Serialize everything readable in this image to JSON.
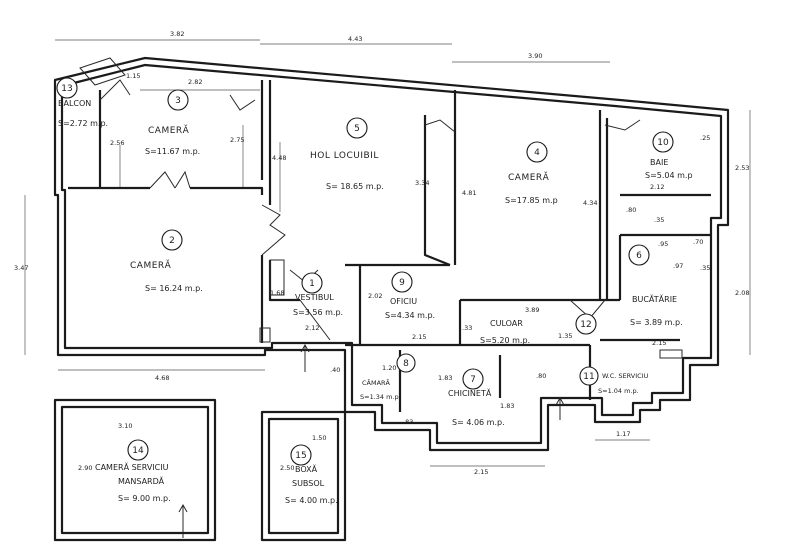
{
  "rooms": [
    {
      "num": "13",
      "name": "BALCON",
      "area": "S=2.72 m.p."
    },
    {
      "num": "3",
      "name": "CAMERĂ",
      "area": "S=11.67 m.p."
    },
    {
      "num": "5",
      "name": "HOL LOCUIBIL",
      "area": "S= 18.65 m.p."
    },
    {
      "num": "4",
      "name": "CAMERĂ",
      "area": "S=17.85 m.p"
    },
    {
      "num": "10",
      "name": "BAIE",
      "area": "S=5.04 m.p"
    },
    {
      "num": "2",
      "name": "CAMERĂ",
      "area": "S= 16.24 m.p."
    },
    {
      "num": "1",
      "name": "VESTIBUL",
      "area": "S=3.56 m.p."
    },
    {
      "num": "9",
      "name": "OFICIU",
      "area": "S=4.34 m.p."
    },
    {
      "num": "6",
      "name": "BUCĂTĂRIE",
      "area": "S= 3.89 m.p."
    },
    {
      "num": "12",
      "name": "CULOAR",
      "area": "S=5.20 m.p."
    },
    {
      "num": "8",
      "name": "CĂMARĂ",
      "area": "S=1.34 m.p."
    },
    {
      "num": "7",
      "name": "CHICINETĂ",
      "area": "S= 4.06 m.p."
    },
    {
      "num": "11",
      "name": "W.C. SERVICIU",
      "area": "S=1.04 m.p."
    },
    {
      "num": "14",
      "name": "CAMERĂ SERVICIU",
      "name2": "MANSARDĂ",
      "area": "S= 9.00 m.p."
    },
    {
      "num": "15",
      "name": "BOXĂ",
      "name2": "SUBSOL",
      "area": "S= 4.00 m.p."
    }
  ],
  "dimensions": [
    "3.82",
    "4.43",
    "3.90",
    "2.82",
    "1.15",
    "2.56",
    "2.75",
    "4.48",
    "3.34",
    "4.81",
    "4.34",
    "2.53",
    "2.12",
    "3.47",
    "2.08",
    "4.68",
    "1.68",
    "2.12",
    "2.02",
    "2.15",
    ".33",
    "3.89",
    "1.35",
    "2.15",
    "1.20",
    "1.83",
    ".80",
    "2.15",
    "1.17",
    "3.10",
    "2.90",
    "1.50",
    "2.50",
    ".25",
    ".35",
    ".80",
    ".95",
    ".70",
    ".97",
    ".35",
    "1.83",
    ".40",
    ".83"
  ]
}
